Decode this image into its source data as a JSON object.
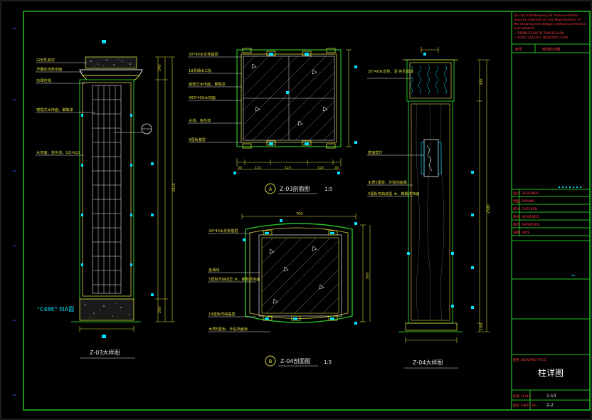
{
  "colors": {
    "frame": "#22c022",
    "yellow": "#d8d840",
    "cyan": "#00e0ff",
    "magenta": "#d040d0",
    "white": "#e8e8e8",
    "red": "#ff4040",
    "green_label": "#40ff40"
  },
  "title_block": {
    "note": "Do not scale drawing.All measurements must be checked on site.Reproduction of the drawing and designs without permission is prohibited.",
    "note_lines": [
      "Do not scaledrawing.All measurements",
      "must be checked on site.Reproduction of",
      "the drawing and designs without permission",
      "is prohibited."
    ],
    "address_lines": [
      "= DDDD1234678.7890123456",
      "= 0000-1234567     DDDDDD12345"
    ],
    "row_revision_no": "序号",
    "row_revision_desc": "修改的日期",
    "staff_rows": [
      {
        "code": "设计",
        "name": "DESIGNER"
      },
      {
        "code": "制图",
        "name": "DRAWN"
      },
      {
        "code": "校对",
        "name": "CHECKED"
      },
      {
        "code": "审核",
        "name": "REVIEWED"
      },
      {
        "code": "审定",
        "name": "APPROVED"
      },
      {
        "code": "日期",
        "name": "DATE"
      }
    ],
    "drawing_title_label": "图名 DRAWING TITLE",
    "drawing_title": "柱详图",
    "scale_label": "比例 SCALE",
    "scale_value": "1:10",
    "sheet_label": "图号 SHEET No.",
    "sheet_value": "Z-2"
  },
  "views": {
    "z03_elevation": {
      "caption": "Z-03大样图",
      "labels": [
        "白色乳胶漆",
        "浮雕花线条剖面",
        "石膏柱帽",
        "镜框式木饰面，聚酯漆",
        "木饰面，金色漆，GZ-A10"
      ],
      "bottom_label": "°C48E° EIA面",
      "dims_right": [
        "240",
        "2920",
        "200"
      ]
    },
    "section_a": {
      "caption": "Z-03剖面图",
      "scale": "1:5",
      "marker": "A",
      "labels": [
        "30*40木龙骨基层",
        "18厚细木工板",
        "镜框式木饰面，聚酯漆",
        "400*400木饰面",
        "木线，金色漆",
        "9厘板基层"
      ],
      "dims_bottom": [
        "30",
        "153",
        "120",
        "153",
        "30"
      ]
    },
    "section_b": {
      "caption": "Z-04剖面图",
      "scale": "1:5",
      "marker": "B",
      "labels": [
        "30*40木龙骨基层",
        "金属线",
        "5厘板弯曲成型\n木，聚酯漆饰面",
        "18厘板弯曲基层",
        "木质5厘板，外贴饰面板"
      ],
      "dim_top": "700",
      "dim_right": "500"
    },
    "z04_elevation": {
      "caption": "Z-04大样图",
      "labels": [
        "20*40木龙骨，深\n色乳胶漆",
        "壁面壁灯",
        "木质5厘板，外贴饰面板",
        "5厘板弯曲成型\n木，聚酯漆饰面"
      ],
      "dims_right": [
        "300",
        "2580",
        "100"
      ]
    }
  }
}
